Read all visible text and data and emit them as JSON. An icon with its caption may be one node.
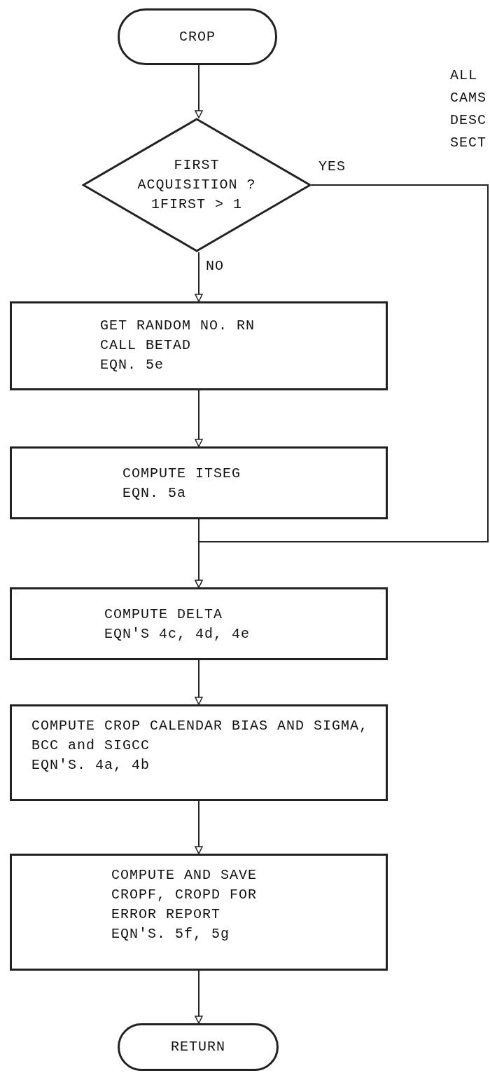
{
  "diagram": {
    "nodes": [
      {
        "text": [
          "CROP"
        ]
      },
      {
        "text": [
          "FIRST ACQUISITION ? 1FIRST > 1"
        ]
      },
      {
        "text": [
          "GET RANDOM NO. RN",
          "CALL BETAD",
          "EQN. 5e"
        ]
      },
      {
        "text": [
          "COMPUTE ITSEG",
          "EQN. 5a"
        ]
      },
      {
        "text": [
          "COMPUTE DELTA",
          "EQN'S 4c, 4d, 4e"
        ]
      },
      {
        "text": [
          "COMPUTE CROP CALENDAR BIAS AND SIGMA, BCC and SIGCC",
          "EQN'S. 4a, 4b"
        ]
      },
      {
        "text": [
          "COMPUTE AND SAVE CROPF, CROPD FOR ERROR REPORT",
          "EQN'S. 5f, 5g"
        ]
      },
      {
        "text": [
          "RETURN"
        ]
      }
    ],
    "edges": [
      {
        "from": 0,
        "to": 1,
        "arrow": "to"
      },
      {
        "from": 1,
        "to": 2,
        "arrow": "to",
        "label": "NO"
      },
      {
        "from": 2,
        "to": 3,
        "arrow": "to"
      },
      {
        "from": 3,
        "to": 4,
        "arrow": "to"
      },
      {
        "from": 1,
        "to": 4,
        "arrow": "to",
        "label": "YES"
      },
      {
        "from": 4,
        "to": 5,
        "arrow": "to"
      },
      {
        "from": 5,
        "to": 6,
        "arrow": "to"
      },
      {
        "from": 6,
        "to": 7,
        "arrow": "to"
      }
    ],
    "labels": [
      "ALL",
      "CAMS",
      "DESC",
      "SECT"
    ]
  }
}
